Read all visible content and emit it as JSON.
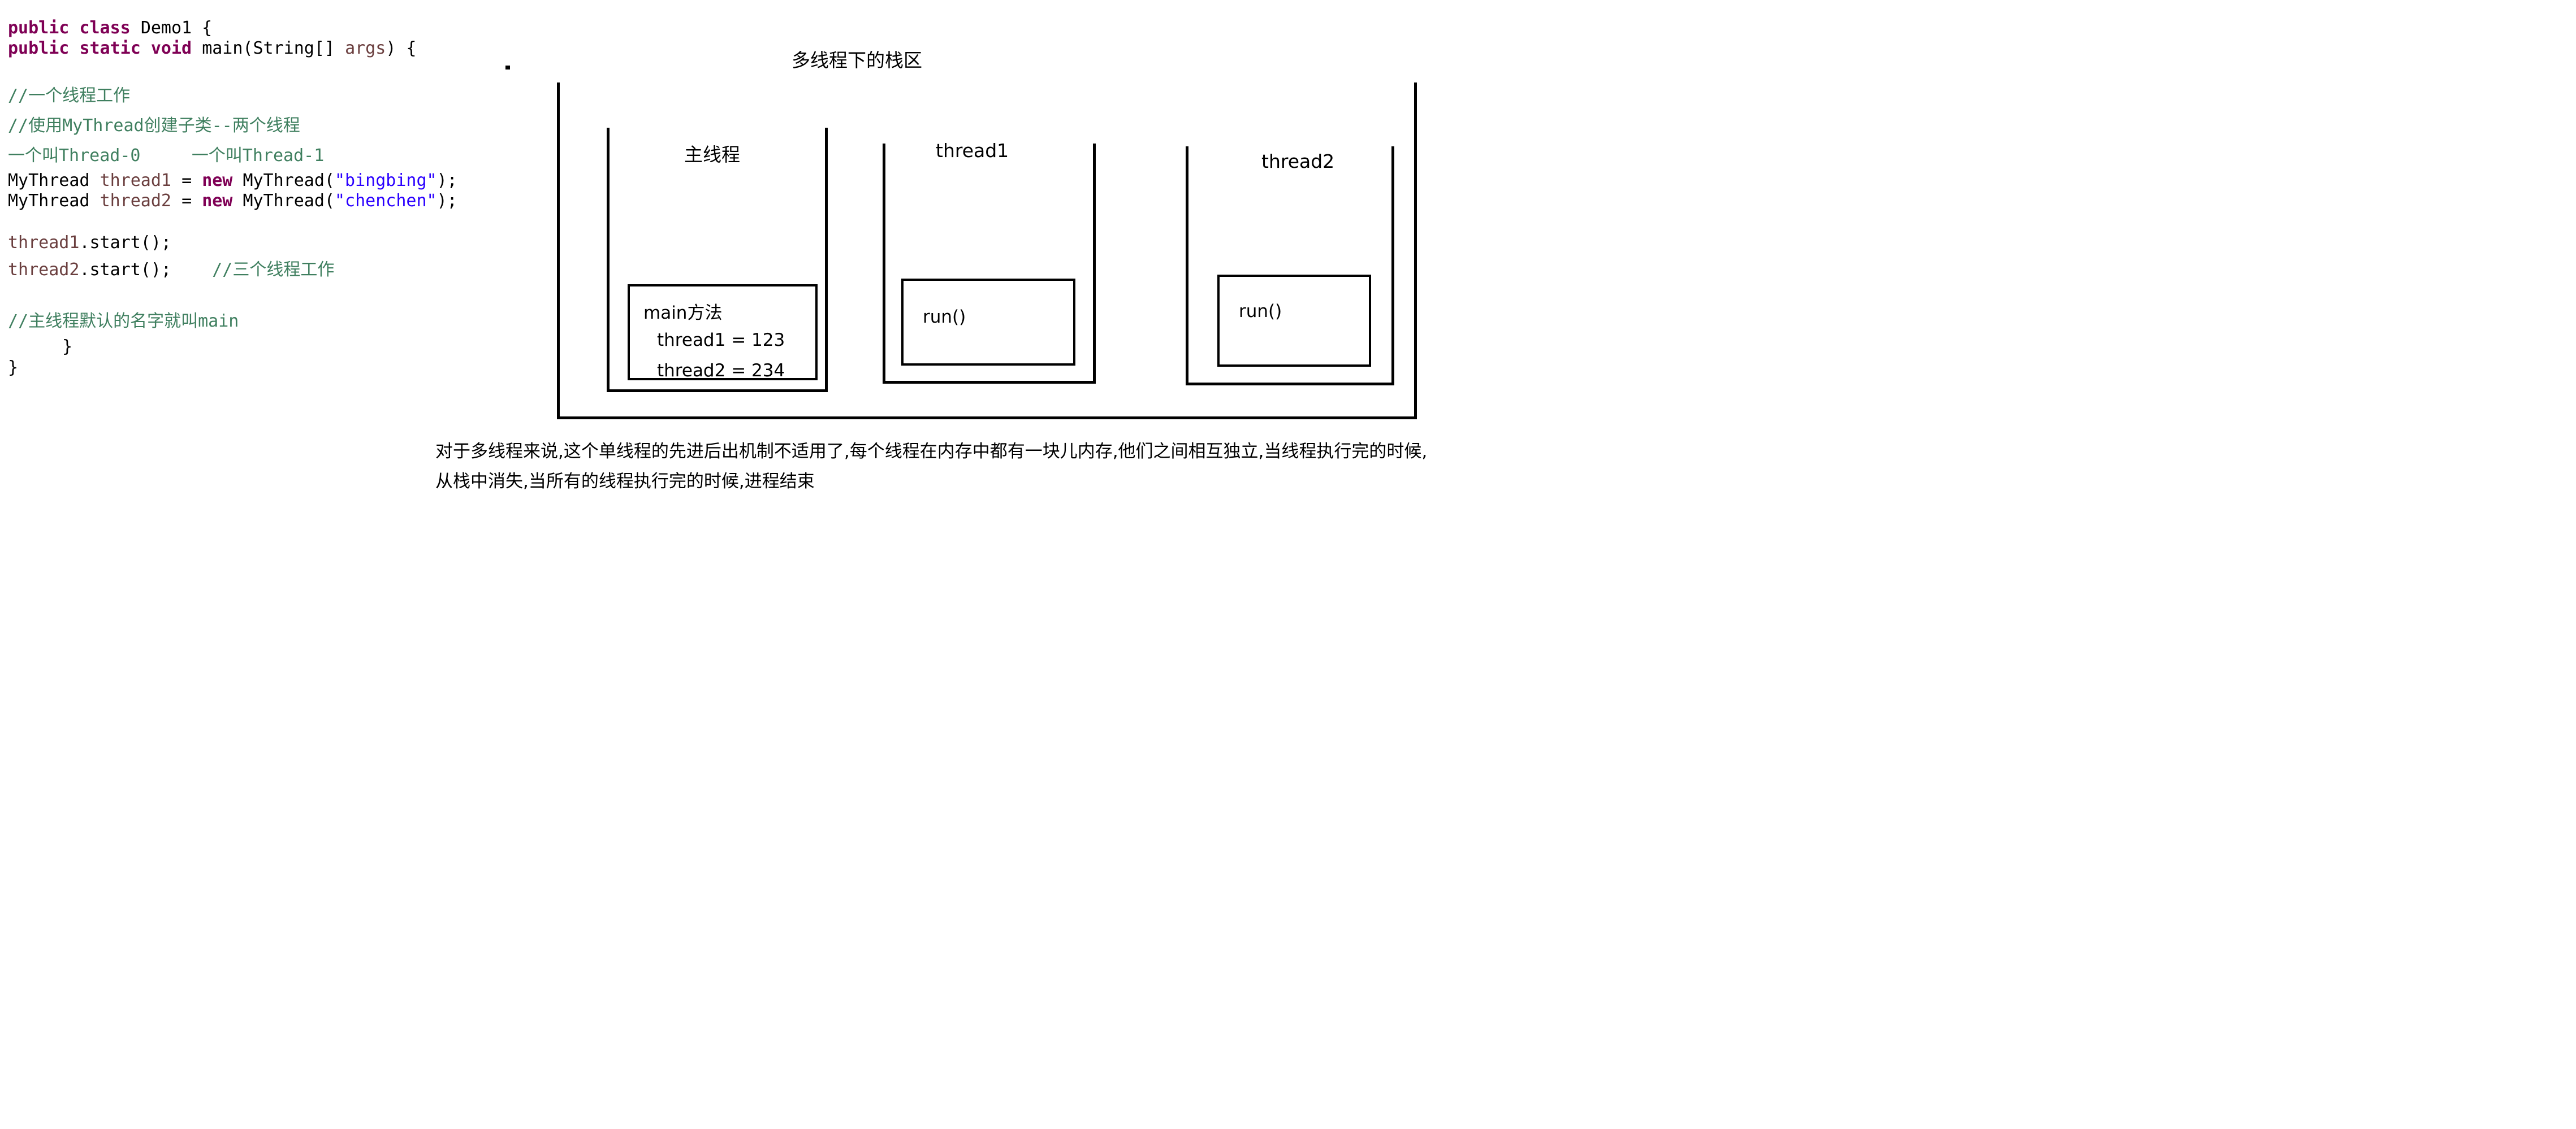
{
  "code": {
    "line1": {
      "kw1": "public",
      "kw2": "class",
      "rest": "Demo1 {"
    },
    "line2": {
      "kw1": "public",
      "kw2": "static",
      "kw3": "void",
      "rest1": "main(String[]",
      "var": "args",
      "rest2": ") {"
    },
    "comment1": "//一个线程工作",
    "comment2": "//使用MyThread创建子类--两个线程",
    "comment3a": "一个叫Thread-0",
    "comment3b": "一个叫Thread-1",
    "line_t1": {
      "type": "MyThread",
      "var": "thread1",
      "eq": "=",
      "kw": "new",
      "ctor": "MyThread(",
      "str": "\"bingbing\"",
      "end": ");"
    },
    "line_t2": {
      "type": "MyThread",
      "var": "thread2",
      "eq": "=",
      "kw": "new",
      "ctor": "MyThread(",
      "str": "\"chenchen\"",
      "end": ");"
    },
    "start1": {
      "var": "thread1",
      "rest": ".start();"
    },
    "start2": {
      "var": "thread2",
      "rest": ".start();",
      "comment": "//三个线程工作"
    },
    "comment4": "//主线程默认的名字就叫main",
    "close1": "}",
    "close2": "}"
  },
  "diagram": {
    "title": "多线程下的栈区",
    "stacks": [
      {
        "label": "主线程",
        "frame_title": "main方法",
        "frame_lines": [
          "thread1 = 123",
          "thread2 = 234"
        ]
      },
      {
        "label": "thread1",
        "frame_title": "run()",
        "frame_lines": []
      },
      {
        "label": "thread2",
        "frame_title": "run()",
        "frame_lines": []
      }
    ],
    "caption_line1": "对于多线程来说,这个单线程的先进后出机制不适用了,每个线程在内存中都有一块儿内存,他们之间相互独立,当线程执行完的时候,",
    "caption_line2": "从栈中消失,当所有的线程执行完的时候,进程结束"
  }
}
